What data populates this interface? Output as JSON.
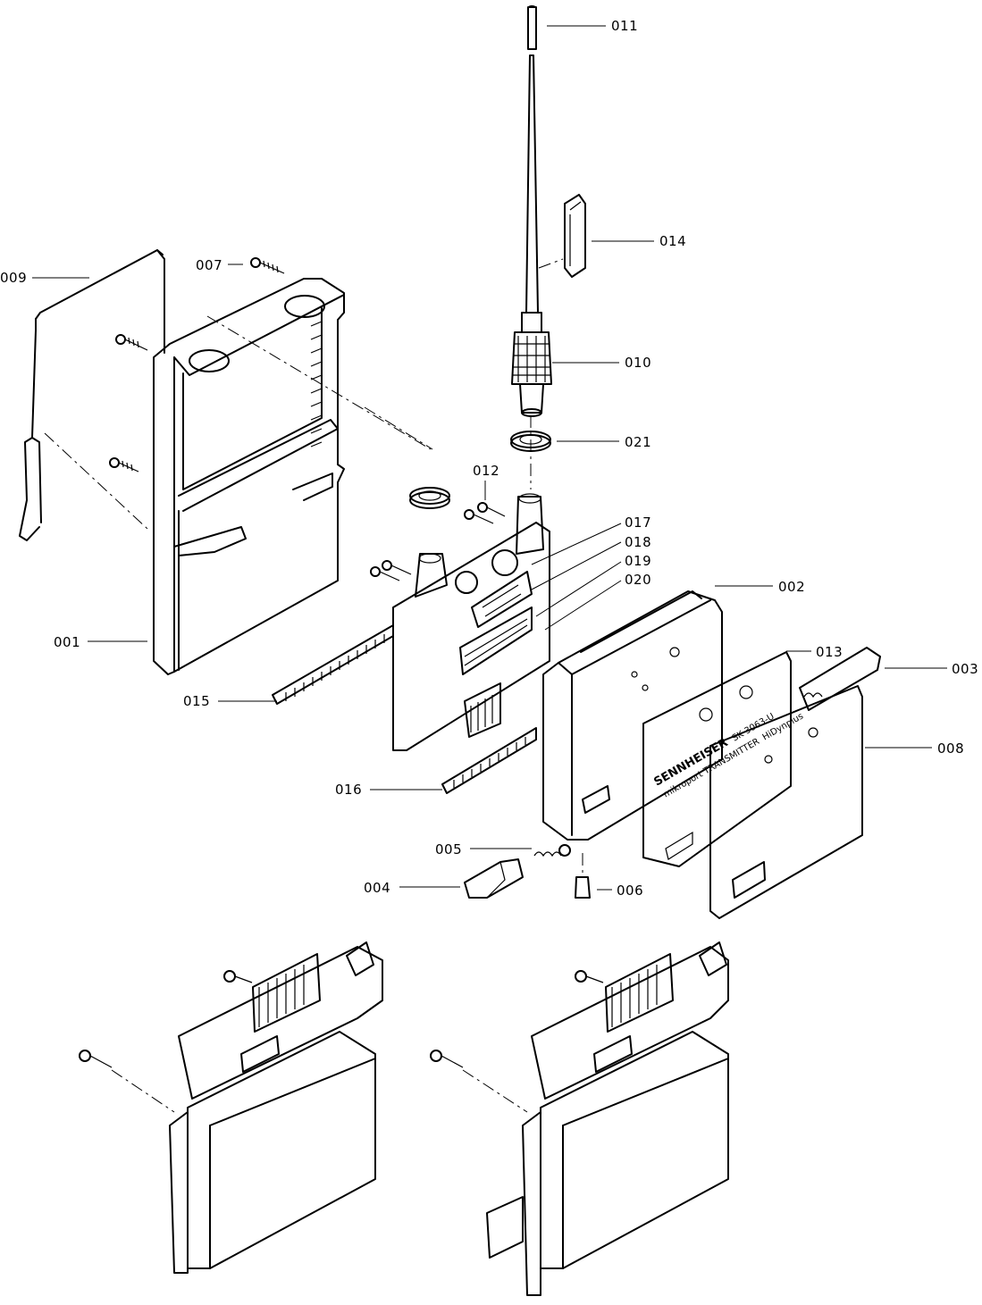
{
  "labels": {
    "l001": "001",
    "l002": "002",
    "l003": "003",
    "l004": "004",
    "l005": "005",
    "l006": "006",
    "l007": "007",
    "l008": "008",
    "l009": "009",
    "l010": "010",
    "l011": "011",
    "l012": "012",
    "l013": "013",
    "l014": "014",
    "l015": "015",
    "l016": "016",
    "l017": "017",
    "l018": "018",
    "l019": "019",
    "l020": "020",
    "l021": "021"
  },
  "panel_text": {
    "brand": "SENNHEISER",
    "model": "SK 3063-U",
    "product_line": "mikroport TRANSMITTER",
    "variant": "HiDynplus"
  }
}
